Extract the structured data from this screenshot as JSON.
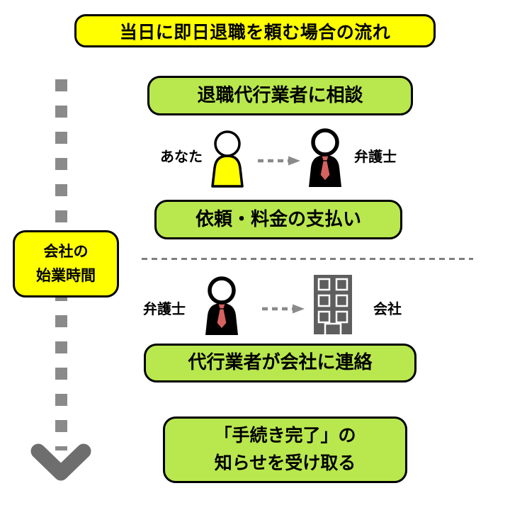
{
  "title": "当日に即日退職を頼む場合の流れ",
  "steps": [
    {
      "label": "退職代行業者に相談"
    },
    {
      "label": "依頼・料金の支払い"
    },
    {
      "label": "代行業者が会社に連絡"
    },
    {
      "line1": "「手続き完了」の",
      "line2": "知らせを受け取る"
    }
  ],
  "time_marker": {
    "line1": "会社の",
    "line2": "始業時間"
  },
  "actor_rows": [
    {
      "left_label": "あなた",
      "right_label": "弁護士"
    },
    {
      "left_label": "弁護士",
      "right_label": "会社"
    }
  ],
  "icons": {
    "timeline": "dashed-down-arrow-icon",
    "row1_left": "person-icon",
    "row1_right": "lawyer-icon",
    "row2_left": "lawyer-icon",
    "row2_right": "building-icon",
    "between_actors": "dashed-right-arrow-icon"
  },
  "colors": {
    "highlight_yellow": "#ffff00",
    "step_green": "#b9e84e",
    "arrow_gray": "#8a8a8a",
    "chevron_gray": "#6e6e6e",
    "building_gray": "#5e5e5e",
    "dash_line_gray": "#7f7f7f",
    "tie_red": "#d5625e",
    "outline_black": "#000000"
  }
}
